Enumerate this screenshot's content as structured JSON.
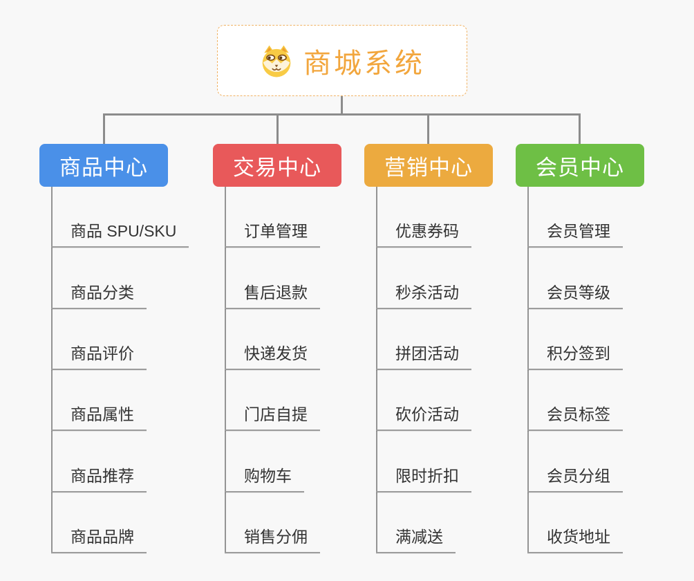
{
  "background": "#f8f8f8",
  "connector_color": "#8c8c8c",
  "root": {
    "label": "商城系统",
    "icon": "shiba-dog-icon",
    "text_color": "#f2a63d",
    "border_color": "#f0b263"
  },
  "branches": [
    {
      "label": "商品中心",
      "color": "#4a90e8",
      "items": [
        "商品 SPU/SKU",
        "商品分类",
        "商品评价",
        "商品属性",
        "商品推荐",
        "商品品牌"
      ]
    },
    {
      "label": "交易中心",
      "color": "#e8595a",
      "items": [
        "订单管理",
        "售后退款",
        "快递发货",
        "门店自提",
        "购物车",
        "销售分佣"
      ]
    },
    {
      "label": "营销中心",
      "color": "#ecaa3f",
      "items": [
        "优惠券码",
        "秒杀活动",
        "拼团活动",
        "砍价活动",
        "限时折扣",
        "满减送"
      ]
    },
    {
      "label": "会员中心",
      "color": "#6ebf45",
      "items": [
        "会员管理",
        "会员等级",
        "积分签到",
        "会员标签",
        "会员分组",
        "收货地址"
      ]
    }
  ]
}
